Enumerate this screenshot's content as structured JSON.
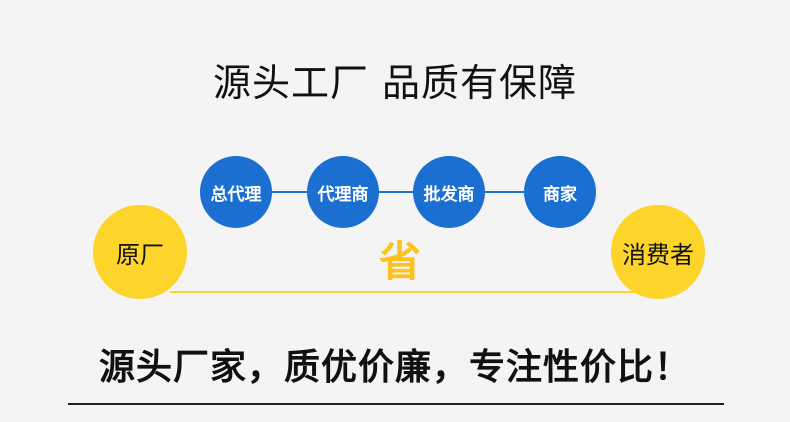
{
  "title": "源头工厂 品质有保障",
  "chain": {
    "nodes": [
      {
        "label": "总代理"
      },
      {
        "label": "代理商"
      },
      {
        "label": "批发商"
      },
      {
        "label": "商家"
      }
    ],
    "start": "原厂",
    "end": "消费者",
    "saving": "省"
  },
  "slogan": "源头厂家，质优价廉，专注性价比！",
  "colors": {
    "blue": "#1a6fd0",
    "yellow": "#fdd42a",
    "saving_text": "#fdc21d",
    "background": "#f4f4f4"
  }
}
